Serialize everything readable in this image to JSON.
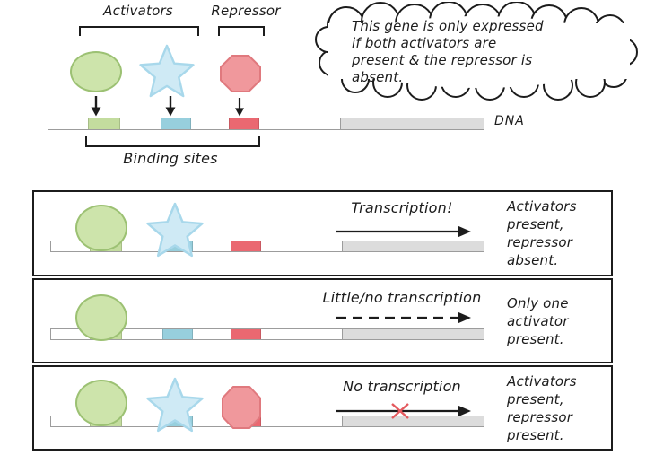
{
  "top": {
    "activators_label": "Activators",
    "repressor_label": "Repressor",
    "dna_label": "DNA",
    "binding_sites_label": "Binding sites"
  },
  "cloud": {
    "lines": [
      "This gene is only expressed",
      "if both activators are",
      "present & the repressor is",
      "absent."
    ]
  },
  "panels": [
    {
      "arrow_label": "Transcription!",
      "arrow_style": "solid",
      "shapes_present": [
        "activator-oval",
        "activator-star"
      ],
      "result_lines": [
        "Activators",
        "present,",
        "repressor",
        "absent."
      ]
    },
    {
      "arrow_label": "Little/no transcription",
      "arrow_style": "dashed",
      "shapes_present": [
        "activator-oval"
      ],
      "result_lines": [
        "Only one",
        "activator",
        "present."
      ]
    },
    {
      "arrow_label": "No transcription",
      "arrow_style": "blocked",
      "shapes_present": [
        "activator-oval",
        "activator-star",
        "repressor-octagon"
      ],
      "result_lines": [
        "Activators",
        "present,",
        "repressor",
        "present."
      ]
    }
  ],
  "colors": {
    "activator_green_fill": "#cde4ab",
    "activator_green_stroke": "#9cc173",
    "activator_blue_fill": "#cfeaf5",
    "activator_blue_stroke": "#a8d8eb",
    "repressor_red_fill": "#f0989c",
    "repressor_red_stroke": "#e0797e",
    "site_green": "#c3dc9e",
    "site_blue": "#97cfdd",
    "site_red": "#ea6871",
    "gene_gray": "#dcdcdc",
    "strand_border": "#9c9c9c",
    "panel_border": "#1c1c1c",
    "ink": "#1c1c1c",
    "x_red": "#e4595e"
  }
}
